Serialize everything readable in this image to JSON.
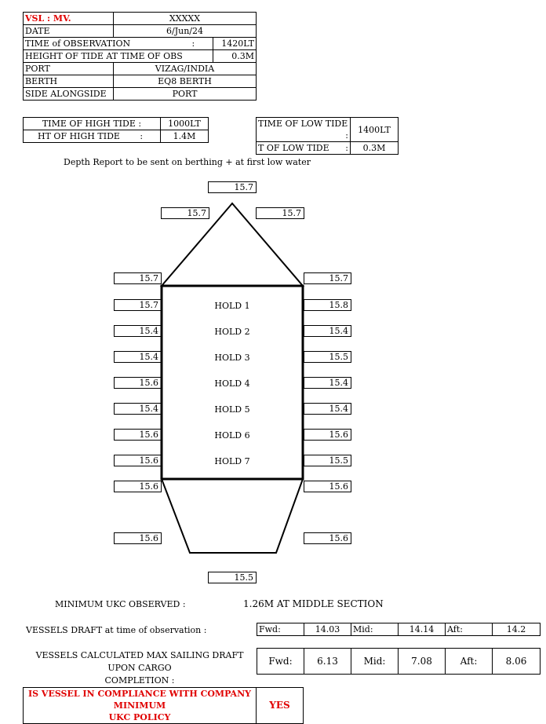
{
  "header": {
    "vsl_label": "VSL : MV.",
    "vsl_value": "XXXXX",
    "date_label": "DATE",
    "date_value": "6/Jun/24",
    "obs_time_label": "TIME of OBSERVATION",
    "obs_time_colon": ":",
    "obs_time_value": "1420LT",
    "tide_height_label": "HEIGHT OF TIDE AT TIME OF OBS",
    "tide_height_value": "0.3M",
    "port_label": "PORT",
    "port_value": "VIZAG/INDIA",
    "berth_label": "BERTH",
    "berth_value": "EQ8 BERTH",
    "side_label": "SIDE ALONGSIDE",
    "side_value": "PORT"
  },
  "high_tide": {
    "time_label": "TIME OF HIGH TIDE :",
    "time_value": "1000LT",
    "ht_label": "HT OF HIGH TIDE",
    "ht_colon": ":",
    "ht_value": "1.4M"
  },
  "low_tide": {
    "time_label": "TIME OF LOW TIDE",
    "time_colon": ":",
    "time_value": "1400LT",
    "ht_label": "T OF LOW TIDE",
    "ht_colon": ":",
    "ht_value": "0.3M"
  },
  "instruction": "Depth Report to be sent on berthing + at first low water",
  "depths": {
    "bow_top": "15.7",
    "bow_left": "15.7",
    "bow_right": "15.7",
    "left": [
      "15.7",
      "15.7",
      "15.4",
      "15.4",
      "15.6",
      "15.4",
      "15.6",
      "15.6",
      "15.6",
      "15.6"
    ],
    "right": [
      "15.7",
      "15.8",
      "15.4",
      "15.5",
      "15.4",
      "15.4",
      "15.6",
      "15.5",
      "15.6",
      "15.6"
    ],
    "stern": "15.5"
  },
  "holds": [
    "HOLD 1",
    "HOLD 2",
    "HOLD 3",
    "HOLD 4",
    "HOLD 5",
    "HOLD 6",
    "HOLD 7"
  ],
  "ukc": {
    "label": "MINIMUM UKC OBSERVED :",
    "value": "1.26M AT MIDDLE SECTION"
  },
  "draft_obs": {
    "label": "VESSELS DRAFT at time of observation :",
    "fwd_label": "Fwd:",
    "fwd": "14.03",
    "mid_label": "Mid:",
    "mid": "14.14",
    "aft_label": "Aft:",
    "aft": "14.2"
  },
  "draft_calc": {
    "label_line1": "VESSELS CALCULATED MAX SAILING DRAFT UPON CARGO",
    "label_line2": "COMPLETION :",
    "fwd_label": "Fwd:",
    "fwd": "6.13",
    "mid_label": "Mid:",
    "mid": "7.08",
    "aft_label": "Aft:",
    "aft": "8.06"
  },
  "compliance": {
    "question_line1": "IS VESSEL IN COMPLIANCE WITH COMPANY MINIMUM",
    "question_line2": "UKC POLICY",
    "answer": "YES"
  },
  "colors": {
    "highlight": "#e00000"
  }
}
